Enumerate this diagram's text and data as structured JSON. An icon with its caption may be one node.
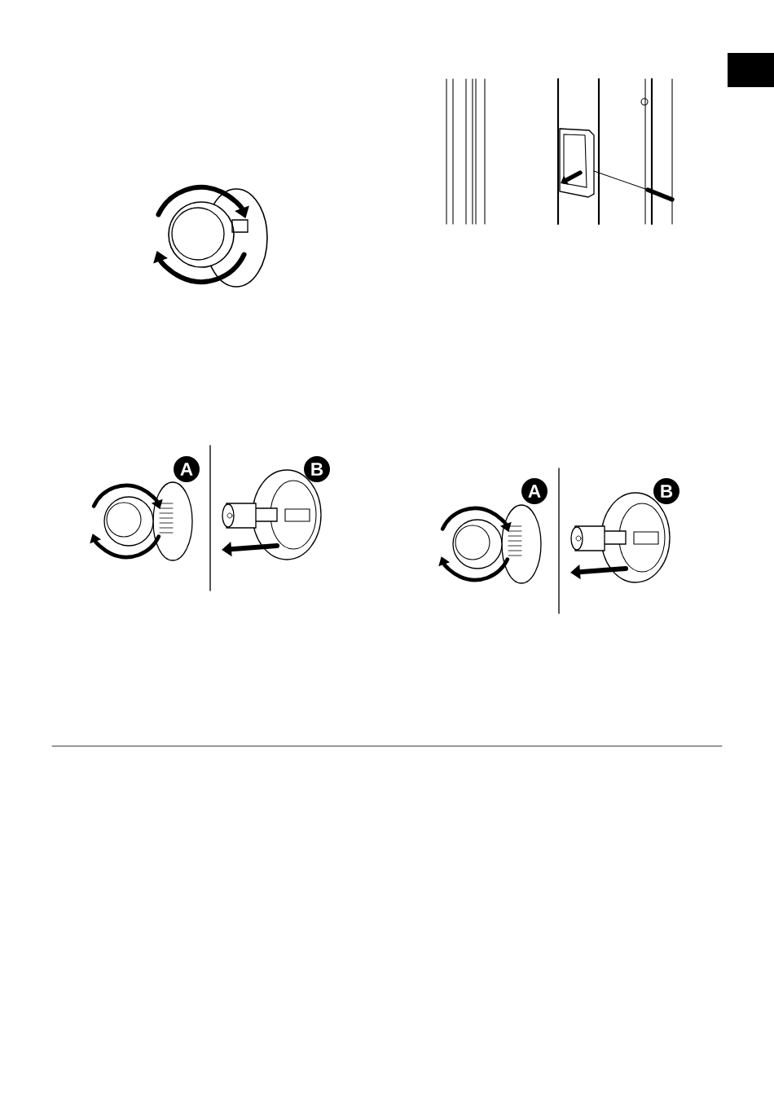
{
  "diagram": {
    "nodes": [
      {
        "text": [
          "A"
        ]
      },
      {
        "text": [
          "B"
        ]
      },
      {
        "text": [
          "A"
        ]
      },
      {
        "text": [
          "B"
        ]
      }
    ]
  }
}
